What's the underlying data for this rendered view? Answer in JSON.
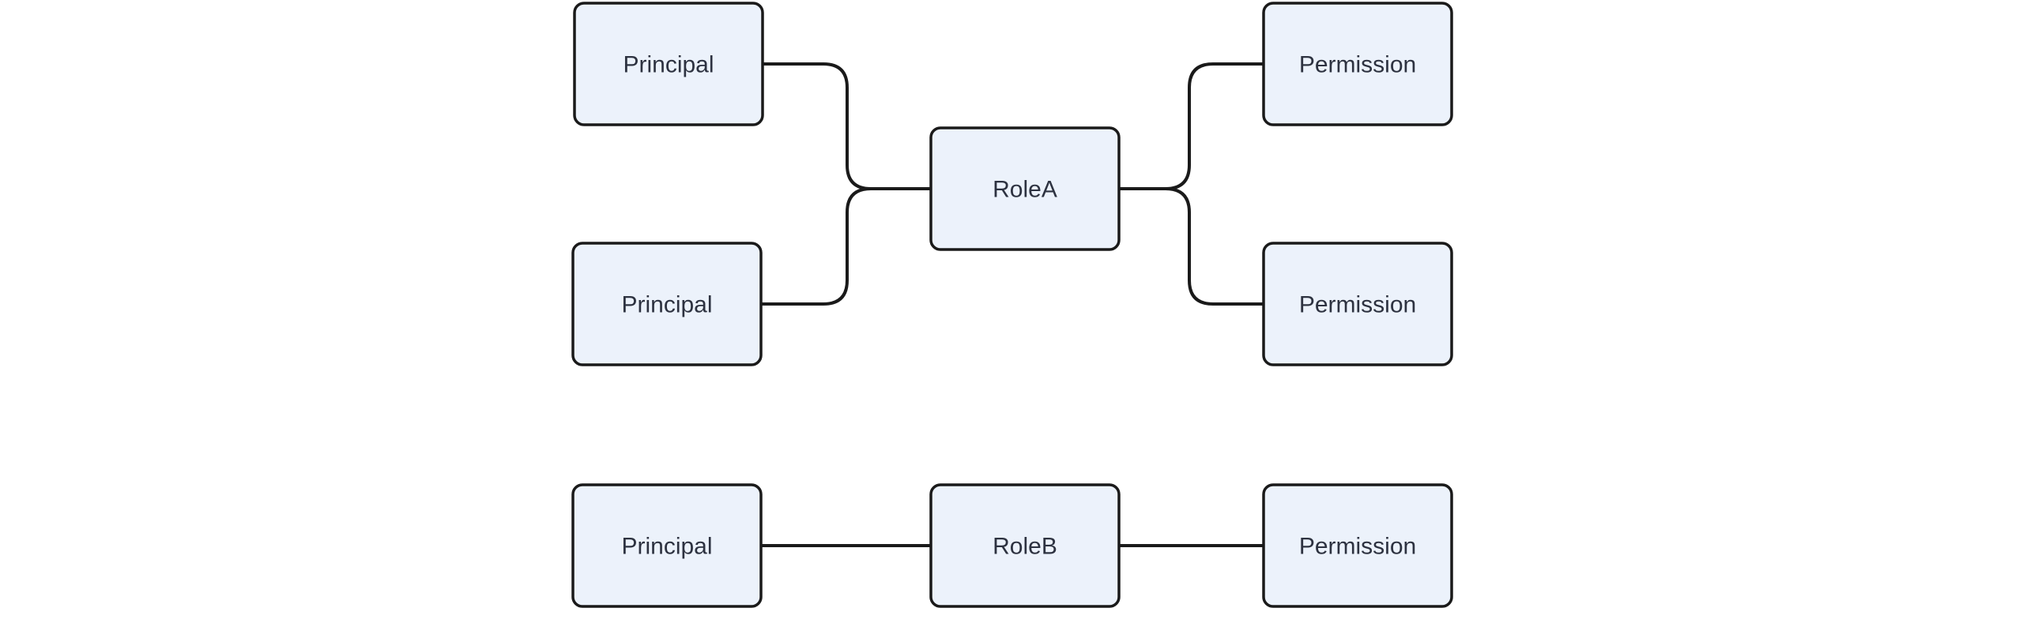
{
  "diagram": {
    "type": "flowchart",
    "description": "RBAC role mapping diagram: two Principals linked to RoleA which grants two Permissions; one Principal linked to RoleB which grants one Permission.",
    "theme": {
      "background": "#FFFFFF",
      "node_fill": "#ECF2FB",
      "node_border": "#1A1A1A",
      "edge_color": "#1A1A1A",
      "label_color": "#2D3240"
    }
  },
  "nodes": [
    {
      "id": "principal-a1",
      "label": "Principal"
    },
    {
      "id": "principal-a2",
      "label": "Principal"
    },
    {
      "id": "role-a",
      "label": "RoleA"
    },
    {
      "id": "permission-a1",
      "label": "Permission"
    },
    {
      "id": "permission-a2",
      "label": "Permission"
    },
    {
      "id": "principal-b",
      "label": "Principal"
    },
    {
      "id": "role-b",
      "label": "RoleB"
    },
    {
      "id": "permission-b",
      "label": "Permission"
    }
  ],
  "edges": [
    {
      "from": "principal-a1",
      "to": "role-a"
    },
    {
      "from": "principal-a2",
      "to": "role-a"
    },
    {
      "from": "role-a",
      "to": "permission-a1"
    },
    {
      "from": "role-a",
      "to": "permission-a2"
    },
    {
      "from": "principal-b",
      "to": "role-b"
    },
    {
      "from": "role-b",
      "to": "permission-b"
    }
  ]
}
